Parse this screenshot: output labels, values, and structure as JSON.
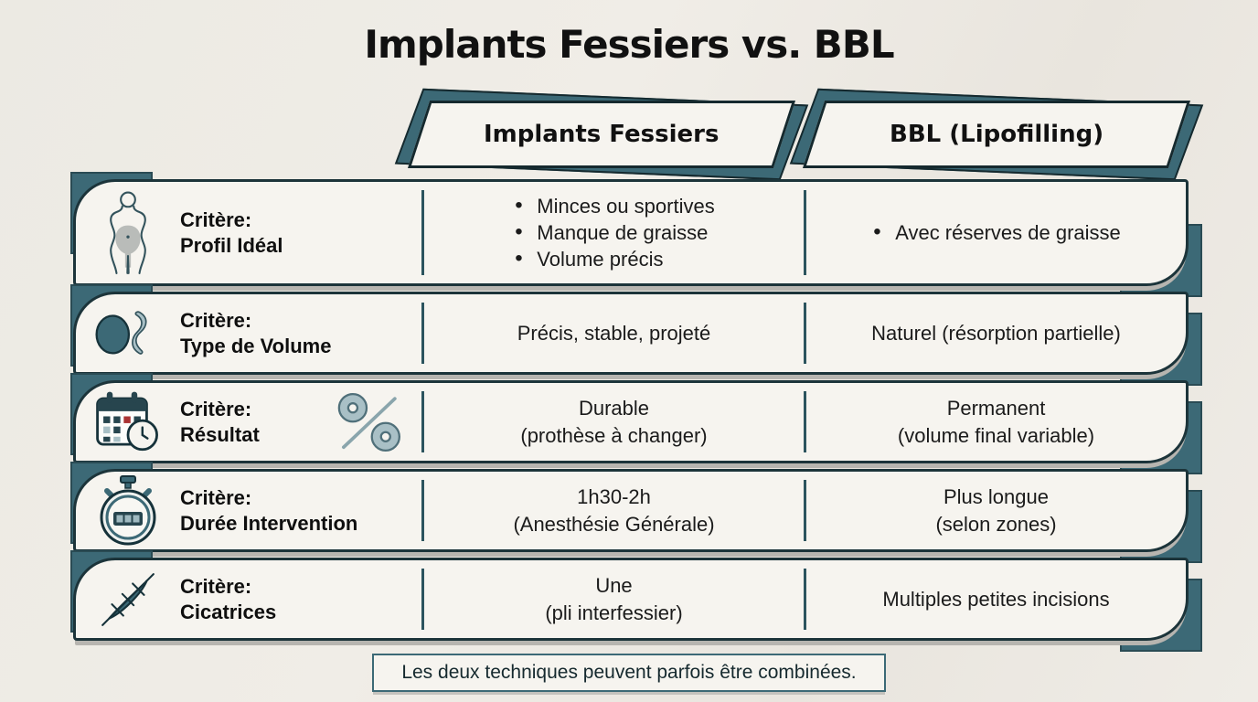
{
  "title": "Implants Fessiers vs. BBL",
  "colors": {
    "accent_teal": "#3c6976",
    "light_teal": "#a9c0c6",
    "card_bg": "#f6f4ef",
    "border_dark": "#1c343a",
    "page_bg": "#ece9e3",
    "shadow_gray": "#b7b5b0",
    "text": "#111111"
  },
  "columns": [
    {
      "label": "Implants Fessiers"
    },
    {
      "label": "BBL (Lipofilling)"
    }
  ],
  "rows": [
    {
      "icon": "body-silhouette-icon",
      "criterion_prefix": "Critère:",
      "criterion": "Profil Idéal",
      "implants_bullets": [
        "Minces ou sportives",
        "Manque de graisse",
        "Volume précis"
      ],
      "bbl_bullets": [
        "Avec réserves de graisse"
      ]
    },
    {
      "icon": "volume-shape-icon",
      "criterion_prefix": "Critère:",
      "criterion": "Type de Volume",
      "implants_lines": [
        "Précis, stable, projeté"
      ],
      "bbl_lines": [
        "Naturel (résorption partielle)"
      ]
    },
    {
      "icon": "calendar-clock-icon",
      "secondary_icon": "percent-icon",
      "criterion_prefix": "Critère:",
      "criterion": "Résultat",
      "implants_lines": [
        "Durable",
        "(prothèse à changer)"
      ],
      "bbl_lines": [
        "Permanent",
        "(volume final variable)"
      ]
    },
    {
      "icon": "stopwatch-icon",
      "criterion_prefix": "Critère:",
      "criterion": "Durée Intervention",
      "implants_lines": [
        "1h30-2h",
        "(Anesthésie Générale)"
      ],
      "bbl_lines": [
        "Plus longue",
        "(selon zones)"
      ]
    },
    {
      "icon": "scar-suture-icon",
      "criterion_prefix": "Critère:",
      "criterion": "Cicatrices",
      "implants_lines": [
        "Une",
        "(pli interfessier)"
      ],
      "bbl_lines": [
        "Multiples petites incisions"
      ]
    }
  ],
  "footer_note": "Les deux techniques peuvent parfois être combinées."
}
